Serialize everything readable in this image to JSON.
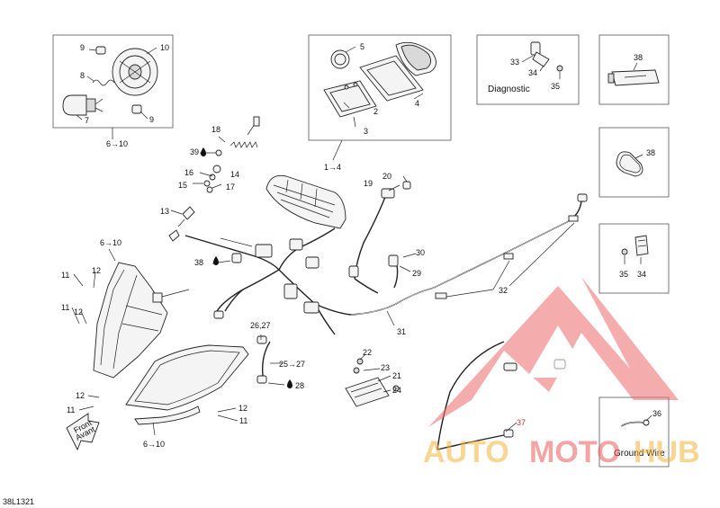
{
  "diagram": {
    "code": "38L1321",
    "boxes": {
      "headlight_bulb": {
        "range": "6→10",
        "parts": [
          "9",
          "10",
          "8",
          "7",
          "9"
        ]
      },
      "gauge": {
        "range": "1→4",
        "parts": [
          "5",
          "2",
          "3",
          "4"
        ]
      },
      "diagnostic": {
        "parts": [
          "33",
          "34",
          "35"
        ],
        "caption": "Diagnostic"
      },
      "tube": {
        "parts": [
          "38"
        ]
      },
      "lens_seal": {
        "parts": [
          "38"
        ]
      },
      "relay_holder": {
        "parts": [
          "35",
          "34"
        ]
      },
      "ground_wire": {
        "parts": [
          "36"
        ],
        "caption": "Ground Wire"
      }
    },
    "callouts": {
      "c18": "18",
      "c39": "39",
      "c16": "16",
      "c14": "14",
      "c15": "15",
      "c17": "17",
      "c13": "13",
      "c20": "20",
      "c19": "19",
      "c30": "30",
      "c29": "29",
      "c31": "31",
      "c32": "32",
      "c38": "38",
      "c6_10a": "6→10",
      "c6_10b": "6→10",
      "c1_4": "1→4",
      "c11a": "11",
      "c12a": "12",
      "c11b": "11",
      "c12b": "12",
      "c12c": "12",
      "c11c": "11",
      "c12d": "12",
      "c11d": "11",
      "c26_27": "26,27",
      "c25_27": "25→27",
      "c28": "28",
      "c22": "22",
      "c23": "23",
      "c21": "21",
      "c24": "24",
      "c37": "37"
    },
    "front_label": {
      "line1": "Front",
      "line2": "Avant"
    },
    "watermark": {
      "auto": "AUTO",
      "moto": "MOTO",
      "hub": "HUB"
    }
  }
}
